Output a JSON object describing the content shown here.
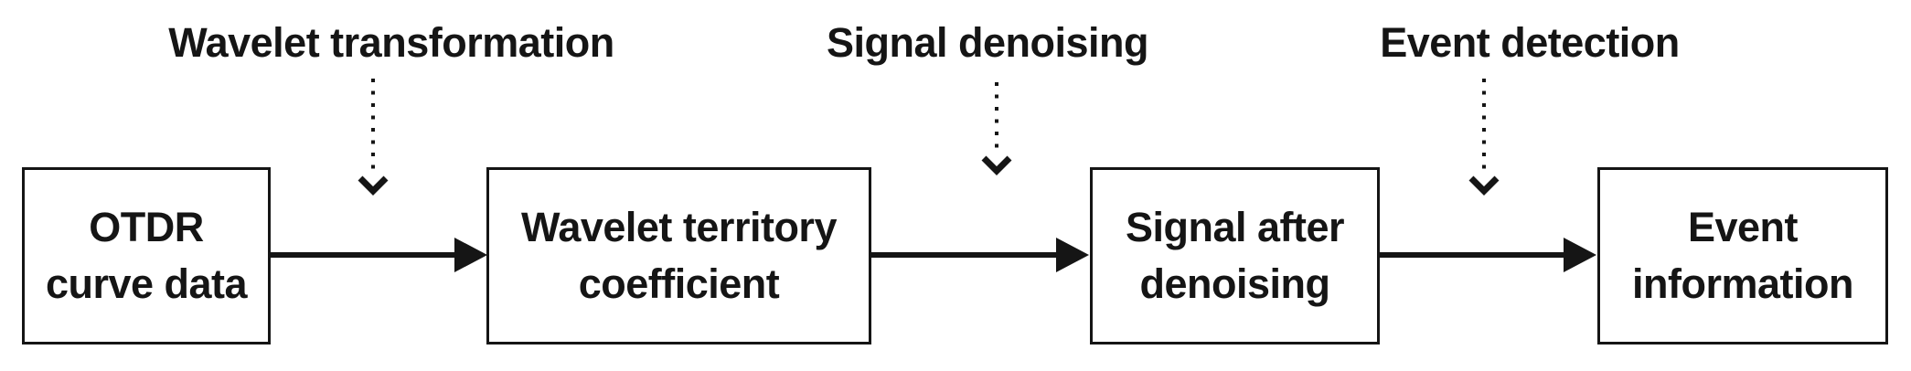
{
  "diagram": {
    "type": "flowchart",
    "direction": "left-to-right",
    "colors": {
      "ink": "#151515",
      "background": "#ffffff"
    },
    "nodes": [
      {
        "text": "OTDR curve data",
        "lines": [
          "OTDR",
          "curve data"
        ]
      },
      {
        "text": "Wavelet territory coefficient",
        "lines": [
          "Wavelet territory",
          "coefficient"
        ]
      },
      {
        "text": "Signal after denoising",
        "lines": [
          "Signal after",
          "denoising"
        ]
      },
      {
        "text": "Event information",
        "lines": [
          "Event",
          "information"
        ]
      }
    ],
    "edges": [
      {
        "from": "OTDR curve data",
        "to": "Wavelet territory coefficient",
        "label": "Wavelet transformation"
      },
      {
        "from": "Wavelet territory coefficient",
        "to": "Signal after denoising",
        "label": "Signal denoising"
      },
      {
        "from": "Signal after denoising",
        "to": "Event information",
        "label": "Event detection"
      }
    ]
  }
}
